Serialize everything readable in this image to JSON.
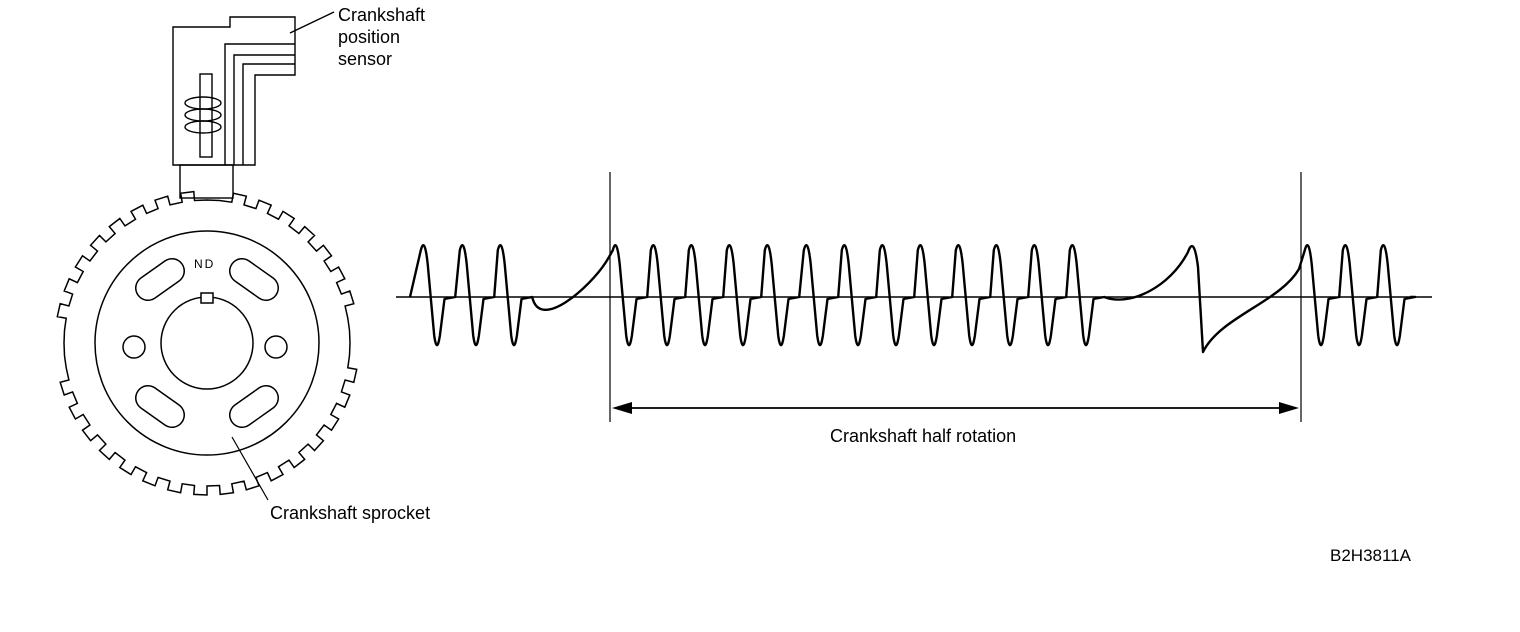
{
  "labels": {
    "sensor_line1": "Crankshaft",
    "sensor_line2": "position",
    "sensor_line3": "sensor",
    "sprocket": "Crankshaft sprocket",
    "half_rotation": "Crankshaft half rotation",
    "figure_code": "B2H3811A",
    "sprocket_mark": "ND"
  },
  "colors": {
    "ink": "#000000",
    "background": "#ffffff"
  }
}
